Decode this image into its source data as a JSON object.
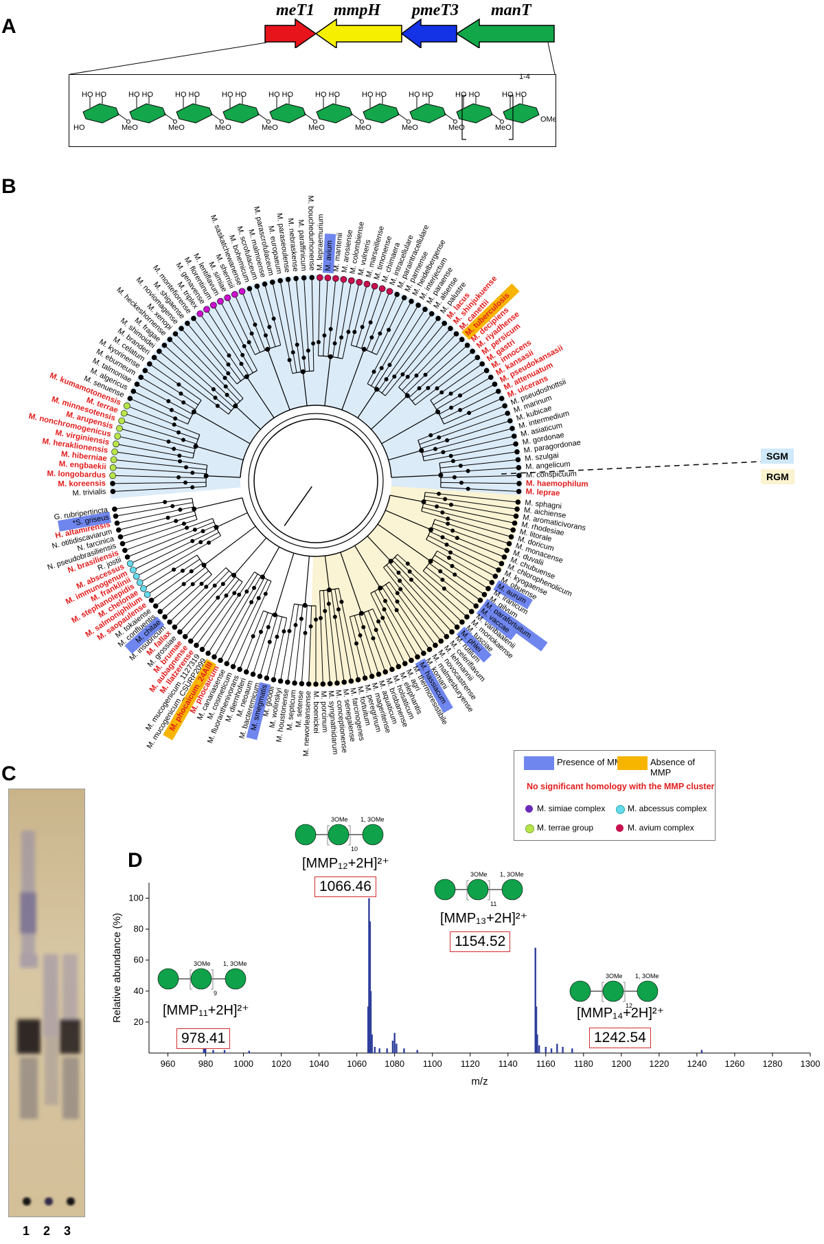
{
  "panels": {
    "a": "A",
    "b": "B",
    "c": "C",
    "d": "D"
  },
  "genes": [
    {
      "label": "meT1",
      "color": "#e8141c"
    },
    {
      "label": "mmpH",
      "color": "#f6f000"
    },
    {
      "label": "pmeT3",
      "color": "#1432e6"
    },
    {
      "label": "manT",
      "color": "#12a84a"
    }
  ],
  "sugar": {
    "repeat_label": "1-4",
    "ho_pair": "HO HO",
    "meo": "MeO",
    "ho": "HO",
    "ome": "OMe"
  },
  "tree": {
    "sgm_label": "SGM",
    "rgm_label": "RGM",
    "leaves_sgm": [
      "M. trivialis",
      "M. koreensis",
      "M. longobardus",
      "M. engbaekii",
      "M. hiberniae",
      "M. heraklionensis",
      "M. virginiensis",
      "M. nonchromogenicus",
      "M. arupensis",
      "M. minnesotensis",
      "M. terrae",
      "M. kumamotonensis",
      "M. senuense",
      "M. algericus",
      "M. talmoniae",
      "M. eburneum",
      "M. kyorinense",
      "M. celatum",
      "M. branderi",
      "M. shimoidei",
      "M. fragae",
      "M. heckeshornense",
      "M. xenopi",
      "M. noviomagense",
      "M. shigaense",
      "M. montefiorense",
      "M. triplex",
      "M. genavense",
      "M. florentinum",
      "M. lentiflavum",
      "M. simiae",
      "M. sherrisii",
      "M. saskatchewanense",
      "M. bohemicum",
      "M. scrofulaceum",
      "M. malmoense",
      "M. parascrofulaceum",
      "M. europaeum",
      "M. paraseoulense",
      "M. nebraskense",
      "M. paraffinicum",
      "M. bouchedurhonense",
      "M. lepraemurium",
      "M. avium",
      "M. mantenii",
      "M. arosiense",
      "M. colombiense",
      "M. vulneris",
      "M. marseillense",
      "M. timonense",
      "M. chimaera",
      "M. intracellulare",
      "M. paraintracellulare",
      "M. parmense",
      "M. heidelbergense",
      "M. interjectum",
      "M. paraense",
      "M. alsense",
      "M. palustre",
      "M. lacus",
      "M. shinjukuense",
      "M. canettii",
      "M. tuberculosis",
      "M. decipiens",
      "M. riyadhense",
      "M. persicum",
      "M. gastri",
      "M. innocens",
      "M. kansasii",
      "M. pseudokansasii",
      "M. attenuatum",
      "M. ulcerans",
      "M. pseudoshottsii",
      "M. marinum",
      "M. kubicae",
      "M. intermedium",
      "M. asiaticum",
      "M. gordonae",
      "M. paragordonae",
      "M. szulgai",
      "M. angelicum",
      "M. conspicuum",
      "M. haemophilum",
      "M. leprae"
    ],
    "leaves_rgm": [
      "M. sphagni",
      "M. aichiense",
      "M. aromaticivorans",
      "M. rhodesiae",
      "M. litorale",
      "M. doricum",
      "M. monacense",
      "M. duvalii",
      "M. chubuense",
      "M. chlorophenolicum",
      "M. kyogaense",
      "M. obuense",
      "M. aurum",
      "M. iranicum",
      "M. gilvum",
      "M. parafortuitum",
      "M. vaccae",
      "M. vanbaalenii",
      "M. moriokaense",
      "M. tusciae",
      "M. phlei",
      "M. rutilum",
      "M. celeriflavum",
      "M. lehmannii",
      "M. novocastrense",
      "M. malmesburyense",
      "M. komani",
      "M. hassiacum",
      "M. thermoresistibile",
      "M. agri",
      "M. elephantis",
      "M. holsaticum",
      "M. brisbanense",
      "M. aquaticum",
      "M. mageritense",
      "M. peregrinum",
      "M. fortuitum",
      "M. farcinogenes",
      "M. senegalense",
      "M. conceptionense",
      "M. syngnathidarum",
      "M. porcinum",
      "M. boenickei",
      "M. neworleansense",
      "M. setense",
      "M. septicum",
      "M. houstonense",
      "M. wolinskyi",
      "M. goodii",
      "M. smegmatis",
      "M. bacteremicum",
      "M. neoaum",
      "M. diernhoferi",
      "M. fluoranthenivorans",
      "M. cosmeticum",
      "M. canariasense",
      "M. phocaicum",
      "M. phocaicum_24AIII",
      "M. mucogenicum_CSURP2099",
      "M. mucogenicum_1127319",
      "M. llatzerense",
      "M. aubagnense",
      "M. brumae",
      "M. grossiae",
      "M. fallax",
      "M. insubricum",
      "M. chitae",
      "M. confluentis",
      "M. tokaiense",
      "M. saopaulense",
      "M. salmoniphilum",
      "M. chelonae",
      "M. stephanolepidis",
      "M. franklinii",
      "M. immunogenum",
      "M. abscessus",
      "R. jostii",
      "N. brasiliensis",
      "N. pseudobrasiliensis",
      "N. farcinica",
      "N. otitidiscaviarum",
      "H. altamirensis",
      "*S. griseus",
      "G. rubripertincta"
    ],
    "red_labels": [
      "M. koreensis",
      "M. longobardus",
      "M. engbaekii",
      "M. hiberniae",
      "M. heraklionensis",
      "M. virginiensis",
      "M. nonchromogenicus",
      "M. arupensis",
      "M. minnesotensis",
      "M. terrae",
      "M. kumamotonensis",
      "M. lacus",
      "M. shinjukuense",
      "M. canettii",
      "M. tuberculosis",
      "M. decipiens",
      "M. riyadhense",
      "M. persicum",
      "M. gastri",
      "M. innocens",
      "M. kansasii",
      "M. pseudokansasii",
      "M. attenuatum",
      "M. ulcerans",
      "M. haemophilum",
      "M. leprae",
      "M. phocaicum",
      "M. phocaicum_24AIII",
      "M. llatzerense",
      "M. aubagnense",
      "M. brumae",
      "M. fallax",
      "M. saopaulense",
      "M. salmoniphilum",
      "M. chelonae",
      "M. stephanolepidis",
      "M. franklinii",
      "M. immunogenum",
      "M. abscessus",
      "N. brasiliensis",
      "H. altamirensis"
    ],
    "mmp_present": [
      "M. avium",
      "M. aurum",
      "M. parafortuitum",
      "M. vaccae",
      "M. phlei",
      "M. hassiacum",
      "M. smegmatis",
      "M. chitae",
      "*S. griseus"
    ],
    "mmp_absent": [
      "M. tuberculosis",
      "M. phocaicum_24AIII"
    ],
    "dot_groups": {
      "simiae": [
        "M. triplex",
        "M. genavense",
        "M. florentinum",
        "M. lentiflavum",
        "M. simiae",
        "M. sherrisii",
        "M. saskatchewanense"
      ],
      "abscessus": [
        "M. salmoniphilum",
        "M. chelonae",
        "M. stephanolepidis",
        "M. franklinii",
        "M. immunogenum",
        "M. abscessus"
      ],
      "terrae": [
        "M. longobardus",
        "M. engbaekii",
        "M. hiberniae",
        "M. heraklionensis",
        "M. virginiensis",
        "M. nonchromogenicus",
        "M. arupensis",
        "M. minnesotensis",
        "M. terrae",
        "M. kumamotonensis"
      ],
      "avium": [
        "M. lepraemurium",
        "M. avium",
        "M. mantenii",
        "M. arosiense",
        "M. colombiense",
        "M. vulneris",
        "M. marseillense",
        "M. timonense",
        "M. chimaera",
        "M. intracellulare"
      ]
    },
    "colors": {
      "sgm_bg": "#dcebf8",
      "rgm_bg": "#faf3d4",
      "presence": "#6f86ee",
      "absence": "#f7b500",
      "red": "#e21d1d",
      "simiae": "#cc11cc",
      "abscessus": "#66d9ea",
      "terrae": "#b8e64a",
      "avium": "#c8104e"
    }
  },
  "legend": {
    "presence": "Presence of MMP",
    "absence": "Absence of MMP",
    "no_homology": "No significant homology with the MMP cluster",
    "simiae": "M. simiae complex",
    "abscessus": "M. abcessus complex",
    "terrae": "M. terrae group",
    "avium": "M. avium complex"
  },
  "tlc": {
    "lanes": [
      "1",
      "2",
      "3"
    ]
  },
  "chart_data": {
    "type": "bar",
    "xlabel": "m/z",
    "ylabel": "Relative abundance (%)",
    "xlim": [
      950,
      1300
    ],
    "ylim": [
      0,
      110
    ],
    "xticks": [
      960,
      980,
      1000,
      1020,
      1040,
      1060,
      1080,
      1100,
      1120,
      1140,
      1160,
      1180,
      1200,
      1220,
      1240,
      1260,
      1280,
      1300
    ],
    "yticks": [
      20,
      40,
      60,
      80,
      100
    ],
    "series": [
      {
        "x": [
          979.0,
          979.4,
          979.9,
          984.0,
          990.0,
          1003.0,
          1066.0,
          1066.46,
          1067.0,
          1067.4,
          1068.0,
          1069.5,
          1072.0,
          1076.0,
          1079.0,
          1080.0,
          1081.0,
          1085.0,
          1092.0,
          1154.52,
          1155.0,
          1155.5,
          1156.5,
          1160.0,
          1163.0,
          1166.0,
          1169.0,
          1174.0,
          1242.54
        ],
        "y": [
          4,
          8,
          5,
          2,
          2,
          1.5,
          30,
          100,
          85,
          40,
          12,
          4,
          3,
          3,
          8,
          13,
          6,
          3,
          2,
          68,
          30,
          12,
          5,
          4,
          3,
          6,
          4,
          3,
          2
        ]
      }
    ],
    "annotations": [
      {
        "ion": "[MMP₁₁+2H]²⁺",
        "mz": "978.41",
        "repeat": "9"
      },
      {
        "ion": "[MMP₁₂+2H]²⁺",
        "mz": "1066.46",
        "repeat": "10"
      },
      {
        "ion": "[MMP₁₃+2H]²⁺",
        "mz": "1154.52",
        "repeat": "11"
      },
      {
        "ion": "[MMP₁₄+2H]²⁺",
        "mz": "1242.54",
        "repeat": "12"
      }
    ],
    "glyph_labels": {
      "mid": "3OMe",
      "end": "1, 3OMe"
    },
    "bar_color": "#2e3f9c",
    "glycan_color": "#0fa24a"
  }
}
